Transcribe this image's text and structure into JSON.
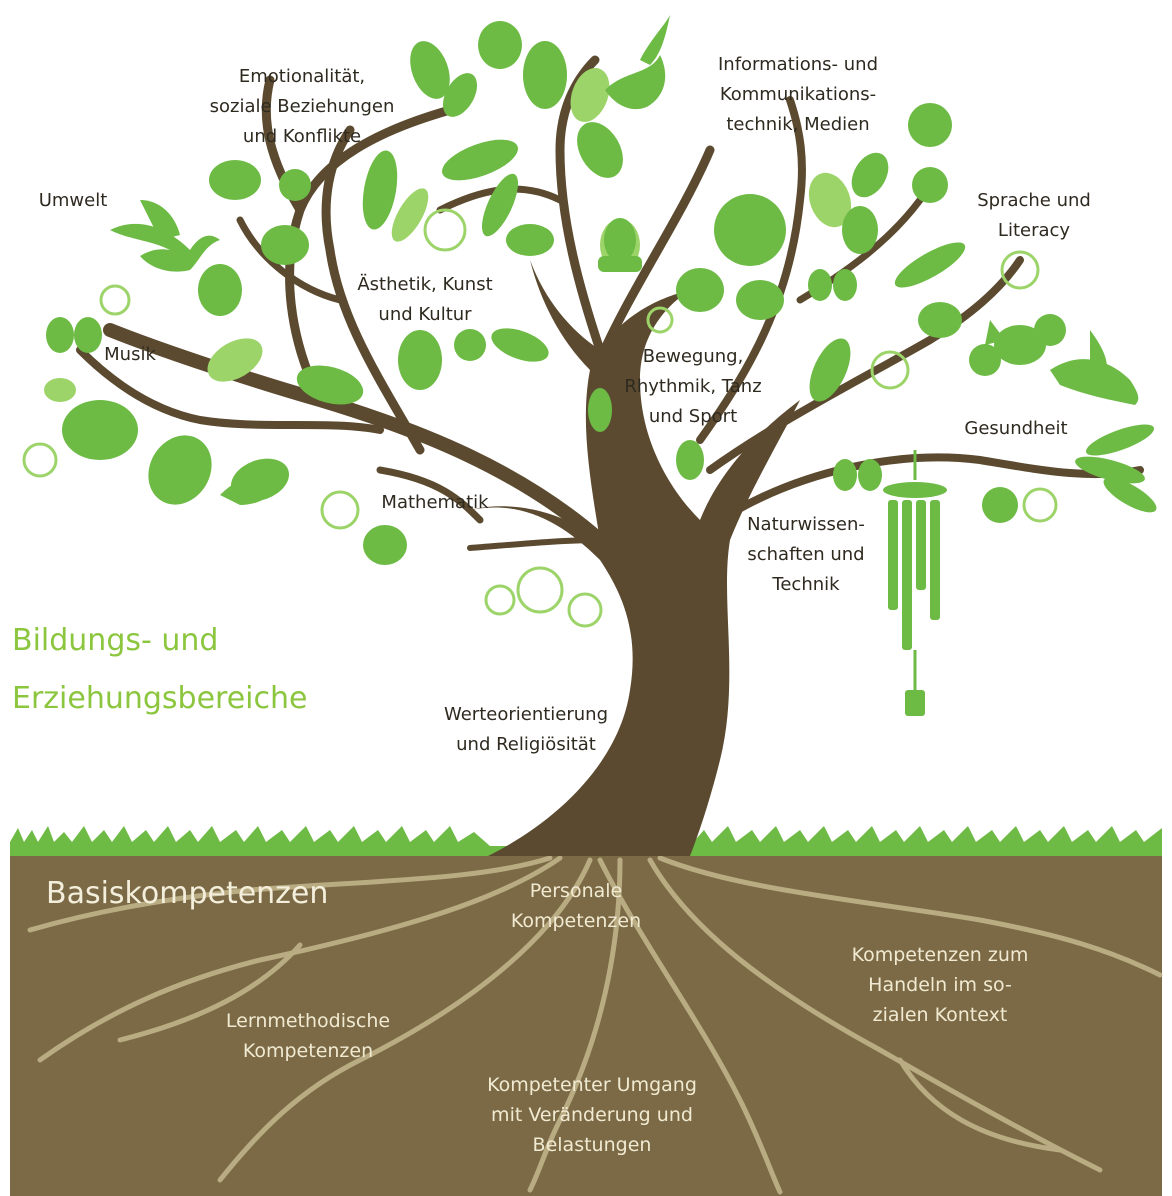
{
  "colors": {
    "leaf": "#6dbb45",
    "leaf_dark": "#4e9a2f",
    "leaf_light": "#9dd46a",
    "trunk": "#5b4a2f",
    "soil": "#7b6a45",
    "grass": "#6dbb45",
    "root": "#c9bd93",
    "title_green": "#8cc63f"
  },
  "areas_title": "Bildungs- und\nErziehungsbereiche",
  "areas": [
    {
      "id": "emotion",
      "label": "Emotionalität,\nsoziale Beziehungen\nund Konflikte"
    },
    {
      "id": "info",
      "label": "Informations- und\nKommunikations-\ntechnik, Medien"
    },
    {
      "id": "umwelt",
      "label": "Umwelt"
    },
    {
      "id": "sprache",
      "label": "Sprache und\nLiteracy"
    },
    {
      "id": "aesthetik",
      "label": "Ästhetik, Kunst\nund Kultur"
    },
    {
      "id": "musik",
      "label": "Musik"
    },
    {
      "id": "bewegung",
      "label": "Bewegung,\nRhythmik, Tanz\nund Sport"
    },
    {
      "id": "gesundheit",
      "label": "Gesundheit"
    },
    {
      "id": "mathematik",
      "label": "Mathematik"
    },
    {
      "id": "natur",
      "label": "Naturwissen-\nschaften und\nTechnik"
    },
    {
      "id": "werte",
      "label": "Werteorientierung\nund Religiösität"
    }
  ],
  "basis_title": "Basiskompetenzen",
  "competencies": [
    {
      "id": "personal",
      "label": "Personale\nKompetenzen"
    },
    {
      "id": "sozial",
      "label": "Kompetenzen zum\nHandeln im so-\nzialen Kontext"
    },
    {
      "id": "lern",
      "label": "Lernmethodische\nKompetenzen"
    },
    {
      "id": "umgang",
      "label": "Kompetenter Umgang\nmit Veränderung und\nBelastungen"
    }
  ]
}
